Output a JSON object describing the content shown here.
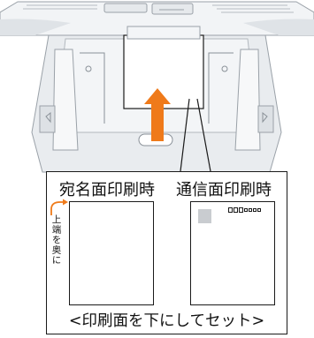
{
  "figure": {
    "caption_address_side": "宛名面印刷時",
    "caption_message_side": "通信面印刷時",
    "orientation_note": "上端を奥に",
    "bottom_instruction": "<印刷面を下にしてセット>",
    "insert_direction_icon": "up-arrow-icon"
  },
  "colors": {
    "arrow": "#ef7a1a",
    "stamp_box": "#c9ccd0",
    "line": "#1a1a1a",
    "printer_body": "#e9ecef"
  }
}
